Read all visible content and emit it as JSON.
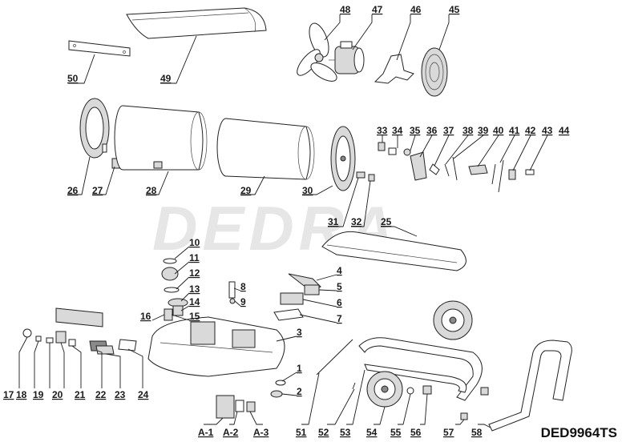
{
  "watermark": "DEDRA",
  "model": "DED9964TS",
  "labels": {
    "l1": "1",
    "l2": "2",
    "l3": "3",
    "l4": "4",
    "l5": "5",
    "l6": "6",
    "l7": "7",
    "l8": "8",
    "l9": "9",
    "l10": "10",
    "l11": "11",
    "l12": "12",
    "l13": "13",
    "l14": "14",
    "l15": "15",
    "l16": "16",
    "l17": "17",
    "l18": "18",
    "l19": "19",
    "l20": "20",
    "l21": "21",
    "l22": "22",
    "l23": "23",
    "l24": "24",
    "l25": "25",
    "l26": "26",
    "l27": "27",
    "l28": "28",
    "l29": "29",
    "l30": "30",
    "l31": "31",
    "l32": "32",
    "l33": "33",
    "l34": "34",
    "l35": "35",
    "l36": "36",
    "l37": "37",
    "l38": "38",
    "l39": "39",
    "l40": "40",
    "l41": "41",
    "l42": "42",
    "l43": "43",
    "l44": "44",
    "l45": "45",
    "l46": "46",
    "l47": "47",
    "l48": "48",
    "l49": "49",
    "l50": "50",
    "l51": "51",
    "l52": "52",
    "l53": "53",
    "l54": "54",
    "l55": "55",
    "l56": "56",
    "l57": "57",
    "l58": "58",
    "a1": "A-1",
    "a2": "A-2",
    "a3": "A-3"
  }
}
